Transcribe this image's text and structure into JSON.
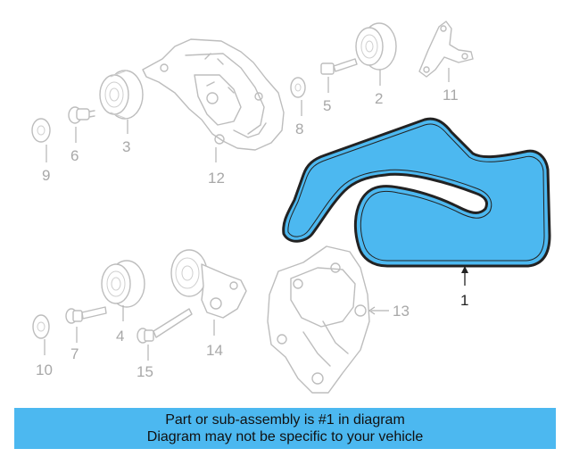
{
  "diagram": {
    "callouts": [
      "1",
      "2",
      "3",
      "4",
      "5",
      "6",
      "7",
      "8",
      "9",
      "10",
      "11",
      "12",
      "13",
      "14",
      "15"
    ]
  },
  "banner": {
    "line1": "Part or sub-assembly is #1 in diagram",
    "line2": "Diagram may not be specific to your vehicle"
  },
  "colors": {
    "highlight": "#4cb8f0",
    "part_outline": "#bdbdbd",
    "label_gray": "#a8a8a8"
  }
}
